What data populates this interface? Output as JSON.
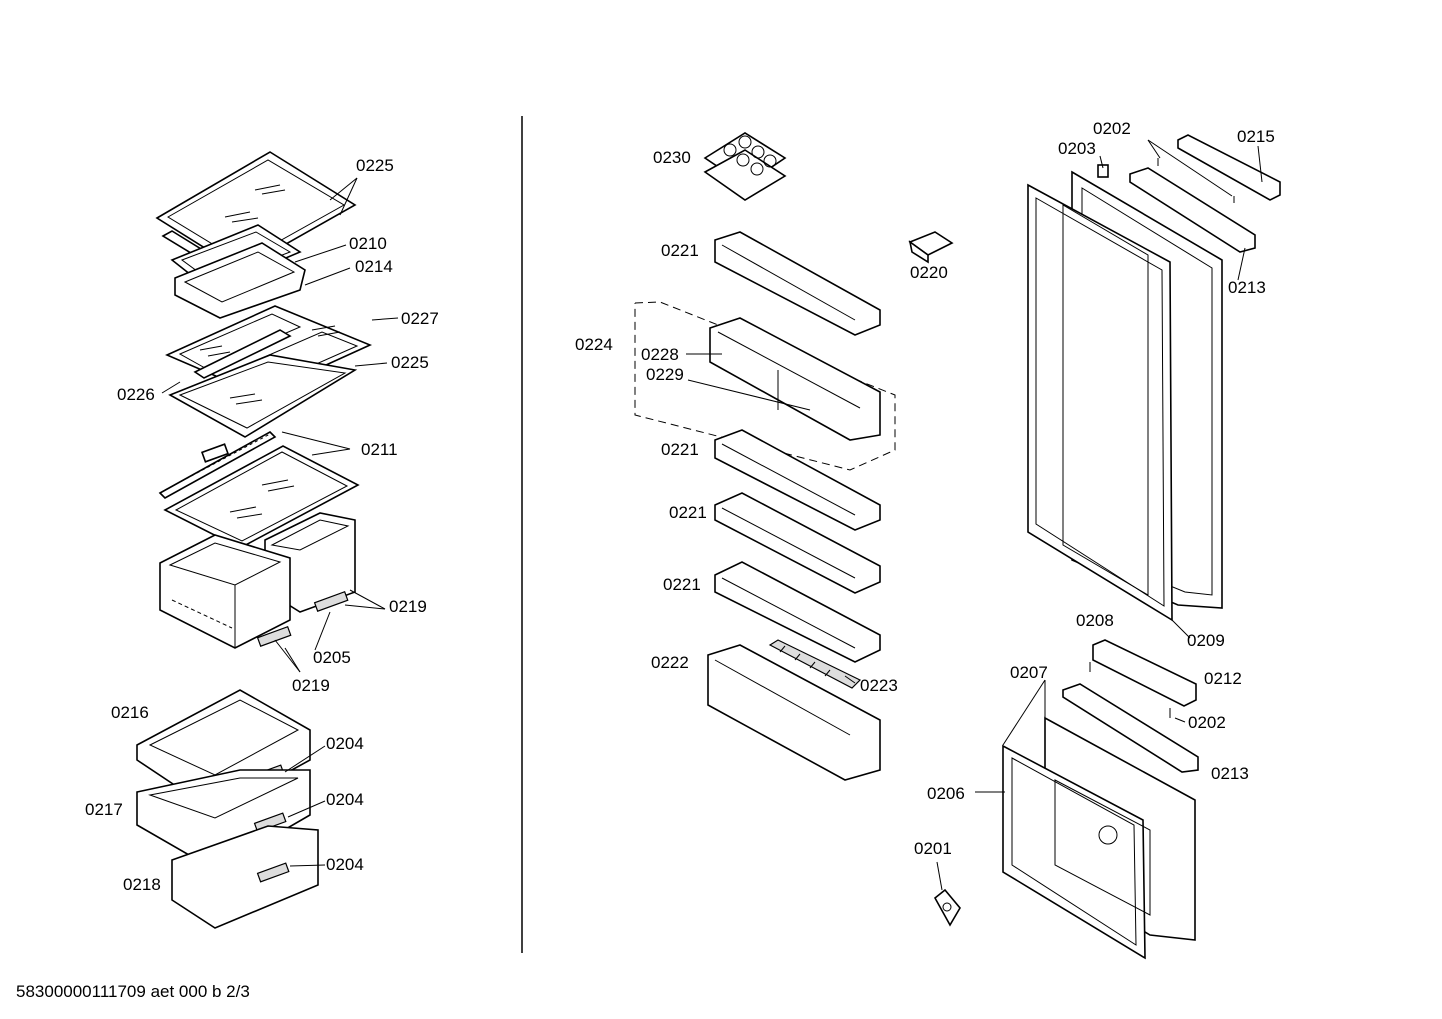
{
  "labels": {
    "l0225a": "0225",
    "l0210": "0210",
    "l0214": "0214",
    "l0227": "0227",
    "l0225b": "0225",
    "l0226": "0226",
    "l0211": "0211",
    "l0219a": "0219",
    "l0205": "0205",
    "l0219b": "0219",
    "l0216": "0216",
    "l0204a": "0204",
    "l0217": "0217",
    "l0204b": "0204",
    "l0218": "0218",
    "l0204c": "0204",
    "l0230": "0230",
    "l0221a": "0221",
    "l0220": "0220",
    "l0224": "0224",
    "l0228": "0228",
    "l0229": "0229",
    "l0221b": "0221",
    "l0221c": "0221",
    "l0221d": "0221",
    "l0222": "0222",
    "l0223": "0223",
    "l0202a": "0202",
    "l0203": "0203",
    "l0215": "0215",
    "l0213a": "0213",
    "l0209": "0209",
    "l0208": "0208",
    "l0212": "0212",
    "l0207": "0207",
    "l0202b": "0202",
    "l0213b": "0213",
    "l0206": "0206",
    "l0201": "0201"
  },
  "footer": "58300000111709 aet 000 b 2/3"
}
